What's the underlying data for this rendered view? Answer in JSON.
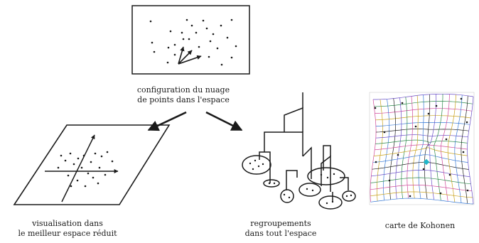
{
  "captions": {
    "cloud_line1": "configuration du nuage",
    "cloud_line2": "de points dans l'espace",
    "viz_line1": "visualisation dans",
    "viz_line2": "le meilleur espace réduit",
    "clusters_line1": "regroupements",
    "clusters_line2": "dans tout l'espace",
    "kohonen": "carte de Kohonen"
  },
  "colors": {
    "ink": "#1a1a1a",
    "grid_palette": [
      "#6a4fc8",
      "#2c8a4a",
      "#d04a9a",
      "#c9a21c",
      "#3a7bd5",
      "#222222"
    ],
    "marker": "#1fb6c9"
  }
}
